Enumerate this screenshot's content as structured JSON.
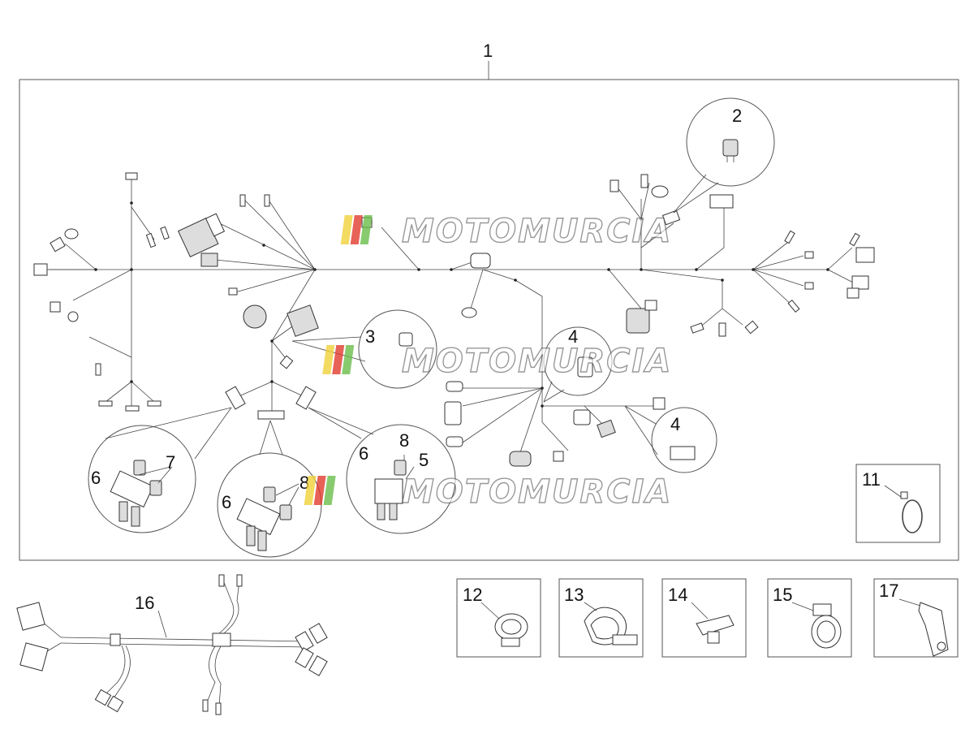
{
  "diagram": {
    "callouts": {
      "c1": "1",
      "c2": "2",
      "c3": "3",
      "c4a": "4",
      "c4b": "4",
      "c5": "5",
      "c6a": "6",
      "c6b": "6",
      "c6c": "6",
      "c7": "7",
      "c8a": "8",
      "c8b": "8",
      "c11": "11",
      "c12": "12",
      "c13": "13",
      "c14": "14",
      "c15": "15",
      "c16": "16",
      "c17": "17"
    },
    "watermark": "MOTOMURCIA",
    "colors": {
      "line": "#444444",
      "watermark_red": "#e23b2e",
      "watermark_green": "#6bbf4a",
      "watermark_yellow": "#f1d23a"
    }
  }
}
